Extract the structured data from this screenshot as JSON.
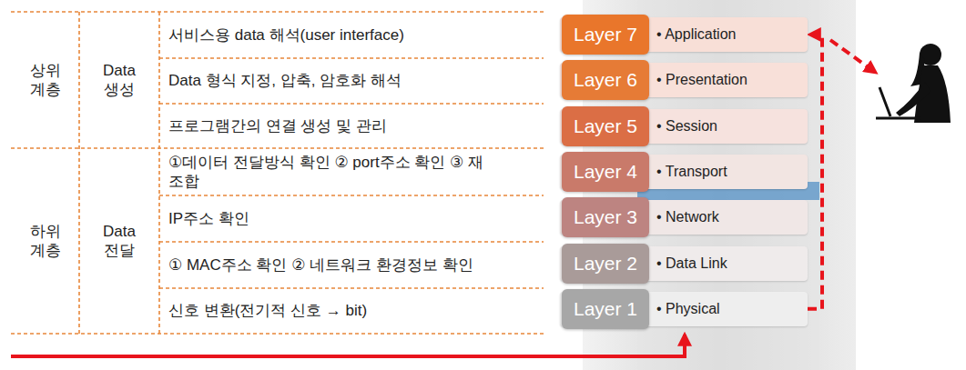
{
  "diagram": {
    "nodes": [
      {
        "text": [
          "Layer 7",
          "• Application"
        ]
      },
      {
        "text": [
          "Layer 6",
          "• Presentation"
        ]
      },
      {
        "text": [
          "Layer 5",
          "• Session"
        ]
      },
      {
        "text": [
          "Layer 4",
          "• Transport"
        ]
      },
      {
        "text": [
          "Layer 3",
          "• Network"
        ]
      },
      {
        "text": [
          "Layer 2",
          "• Data Link"
        ]
      },
      {
        "text": [
          "Layer 1",
          "• Physical"
        ]
      }
    ],
    "edges": [
      {
        "from": 6,
        "to": 0,
        "arrow": "to"
      }
    ],
    "labels": [
      "상위 계층",
      "Data 생성",
      "서비스용 data 해석(user interface)",
      "Data 형식 지정, 압축, 암호화 해석",
      "프로그램간의 연결 생성 및 관리",
      "하위 계층",
      "Data 전달",
      "①데이터 전달방식 확인 ② port주소 확인 ③ 재조합",
      "IP주소 확인",
      "① MAC주소 확인 ② 네트워크 환경정보 확인",
      "신호 변환(전기적 신호 → bit)"
    ]
  }
}
